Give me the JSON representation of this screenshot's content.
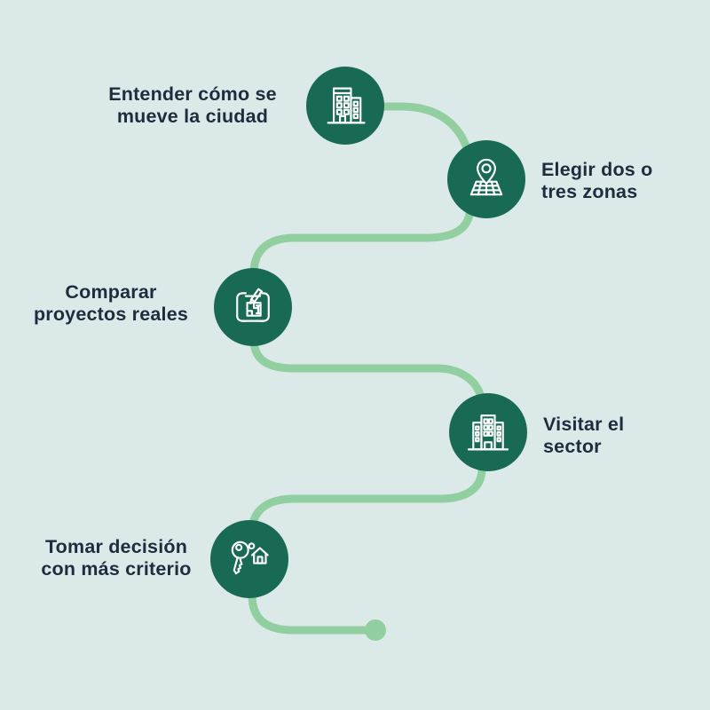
{
  "diagram": {
    "type": "process-flow-infographic",
    "language": "es",
    "steps": [
      {
        "label": "Entender cómo se\nmueve la ciudad",
        "icon": "city-buildings-icon"
      },
      {
        "label": "Elegir dos o\ntres zonas",
        "icon": "map-pin-icon"
      },
      {
        "label": "Comparar\nproyectos reales",
        "icon": "blueprint-icon"
      },
      {
        "label": "Visitar el\nsector",
        "icon": "office-building-icon"
      },
      {
        "label": "Tomar decisión\ncon más criterio",
        "icon": "house-key-icon"
      }
    ],
    "colors": {
      "background": "#dce9e9",
      "circle_fill": "#186a55",
      "connector_path": "#92cfa0",
      "label_text": "#1d2d3d",
      "icon_stroke": "#ffffff"
    },
    "connector": {
      "style": "winding-s-curve",
      "ends_with": "dot"
    }
  }
}
